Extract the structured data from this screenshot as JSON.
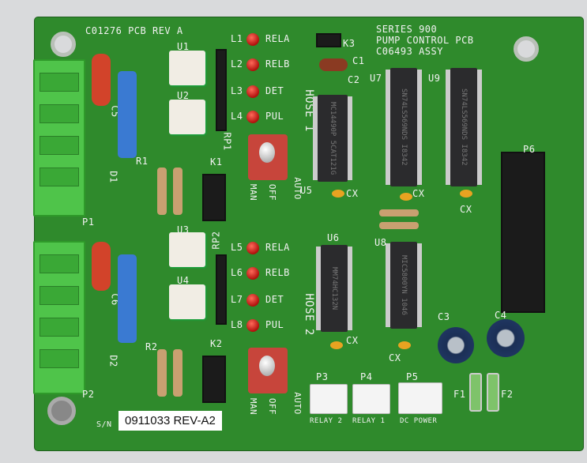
{
  "board": {
    "title": "C01276 PCB REV A",
    "series": "SERIES 900",
    "product": "PUMP CONTROL PCB",
    "assy": "C06493 ASSY"
  },
  "serial": {
    "label": "S/N",
    "value": "0911033 REV-A2"
  },
  "labels": {
    "k3": "K3",
    "c1": "C1",
    "c2": "C2",
    "u7": "U7",
    "u9": "U9",
    "u1": "U1",
    "u2": "U2",
    "u3": "U3",
    "u4": "U4",
    "u5": "U5",
    "u6": "U6",
    "u8": "U8",
    "rp1": "RP1",
    "rp2": "RP2",
    "r1": "R1",
    "r2": "R2",
    "c5": "C5",
    "c6": "C6",
    "d1": "D1",
    "d2": "D2",
    "p1": "P1",
    "p2": "P2",
    "p6": "P6",
    "k1": "K1",
    "k2": "K2",
    "c3": "C3",
    "c4": "C4",
    "f1": "F1",
    "f2": "F2",
    "cx": "CX",
    "hose1": "HOSE 1",
    "hose2": "HOSE 2",
    "auto": "AUTO",
    "off": "OFF",
    "man": "MAN",
    "p3": "P3",
    "p4": "P4",
    "p5": "P5",
    "relay2": "RELAY 2",
    "relay1": "RELAY 1",
    "dcpower": "DC POWER"
  },
  "leds": [
    {
      "id": "L1",
      "label": "RELA"
    },
    {
      "id": "L2",
      "label": "RELB"
    },
    {
      "id": "L3",
      "label": "DET"
    },
    {
      "id": "L4",
      "label": "PUL"
    },
    {
      "id": "L5",
      "label": "RELA"
    },
    {
      "id": "L6",
      "label": "RELB"
    },
    {
      "id": "L7",
      "label": "DET"
    },
    {
      "id": "L8",
      "label": "PUL"
    }
  ],
  "chips": {
    "u5": "MC14490P 5CAT121G",
    "u7": "SN74LS569NDS I8342",
    "u9": "SN74LS569NDS I8342",
    "u6": "MM74HC132N",
    "u8": "MIC5800YN 1046"
  }
}
